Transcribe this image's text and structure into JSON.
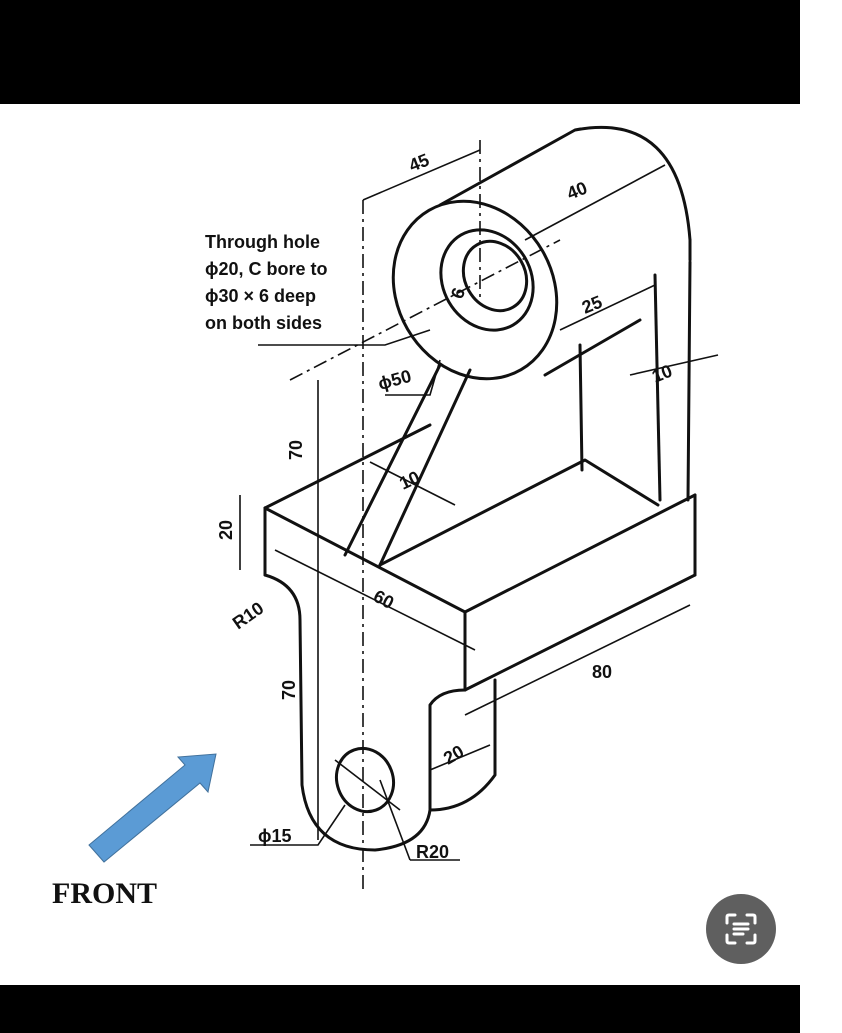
{
  "note": {
    "lines": [
      "Through hole",
      "ϕ20, C bore to",
      "ϕ30 × 6 deep",
      "on both sides"
    ]
  },
  "dims": {
    "d45": "45",
    "d40": "40",
    "d25": "25",
    "d6": "6",
    "d10_top": "10",
    "phi50": "ϕ50",
    "d10_rib": "10",
    "d70_top": "70",
    "d20_left": "20",
    "r10": "R10",
    "d60": "60",
    "d80": "80",
    "d70_bottom": "70",
    "d20_bottom": "20",
    "phi15": "ϕ15",
    "r20": "R20"
  },
  "front_label": "FRONT",
  "colors": {
    "arrow": "#5b9bd5",
    "line": "#111111",
    "bar": "#000000",
    "button": "#5f5f5f"
  },
  "button_icon": "lens-scan-icon"
}
